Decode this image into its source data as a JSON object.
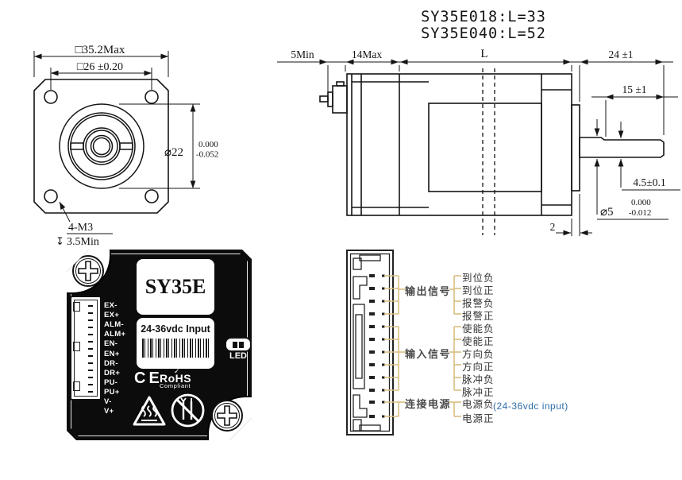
{
  "side_view": {
    "title_line1": "SY35E018:L=33",
    "title_line2": "SY35E040:L=52",
    "dims": {
      "front_clearance": "5Min",
      "driver_length": "14Max",
      "body_length": "L",
      "shaft_extension": "24 ±1",
      "flat_length": "15 ±1",
      "flat_height": "4.5±0.1",
      "shaft_dia": "⌀5",
      "shaft_tol_upper": "0.000",
      "shaft_tol_lower": "-0.012",
      "boss_length": "2"
    }
  },
  "front_view": {
    "dims": {
      "outer_square": "□35.2Max",
      "hole_spacing": "□26 ±0.20",
      "pilot_dia": "⌀22",
      "pilot_tol_upper": "0.000",
      "pilot_tol_lower": "-0.052",
      "mount_holes": "4-M3",
      "depth_symbol": "↧",
      "depth_note": "3.5Min"
    }
  },
  "driver_board": {
    "model": "SY35E",
    "power_label": "24-36vdc Input",
    "led": "LED",
    "ce": "CE",
    "rohs_check": "✓",
    "rohs": "RoHS",
    "rohs_sub": "Compliant",
    "pins": [
      "EX-",
      "EX+",
      "ALM-",
      "ALM+",
      "EN-",
      "EN+",
      "DR-",
      "DR+",
      "PU-",
      "PU+",
      "V-",
      "V+"
    ]
  },
  "pinout": {
    "groups": [
      {
        "label": "输出信号",
        "signals": [
          "到位负",
          "到位正",
          "报警负",
          "报警正"
        ]
      },
      {
        "label": "输入信号",
        "signals": [
          "使能负",
          "使能正",
          "方向负",
          "方向正",
          "脉冲负",
          "脉冲正"
        ]
      },
      {
        "label": "连接电源",
        "signals": [
          "电源负",
          "电源正"
        ]
      }
    ],
    "power_note": "(24-36vdc input)"
  },
  "colors": {
    "wire_line": "#d9be80",
    "note_blue": "#2e6da8",
    "board_black": "#0c0c0c",
    "ink": "#141414"
  }
}
